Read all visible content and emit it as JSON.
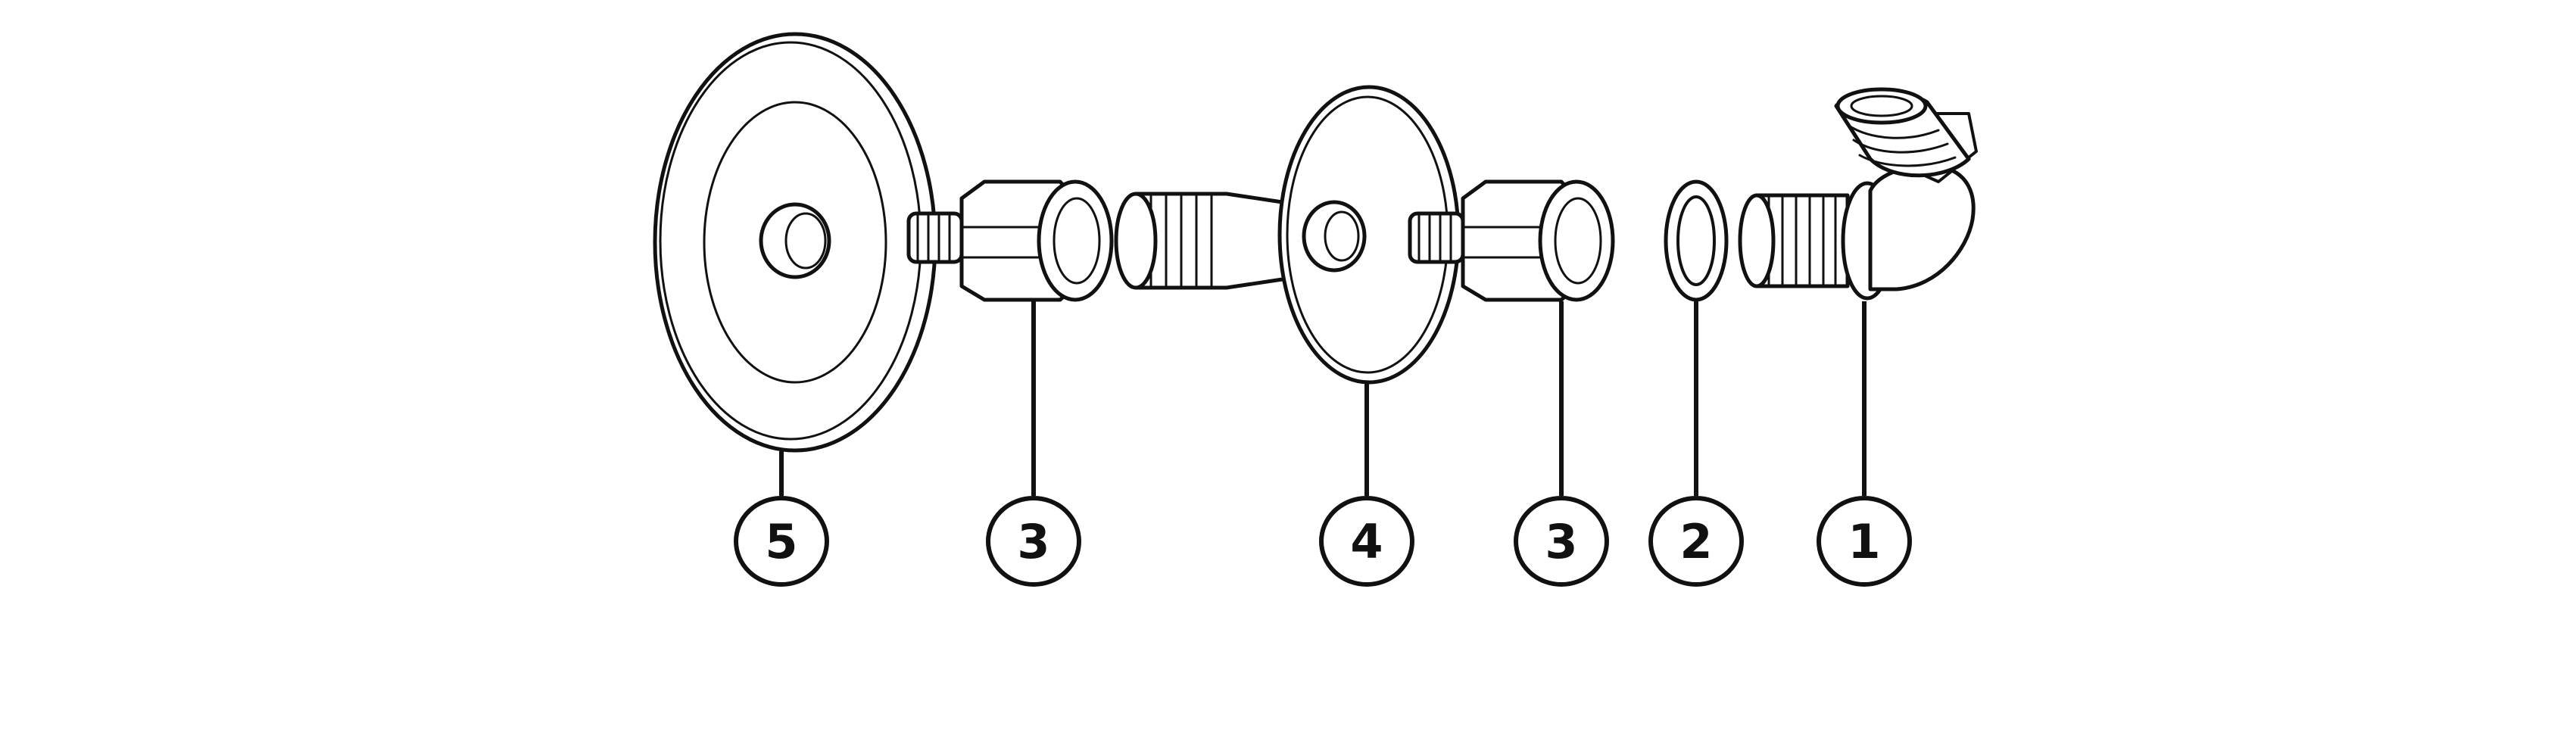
{
  "callouts": [
    {
      "id": "part-5",
      "label": "5"
    },
    {
      "id": "part-3a",
      "label": "3"
    },
    {
      "id": "part-4",
      "label": "4"
    },
    {
      "id": "part-3b",
      "label": "3"
    },
    {
      "id": "part-2",
      "label": "2"
    },
    {
      "id": "part-1",
      "label": "1"
    }
  ]
}
